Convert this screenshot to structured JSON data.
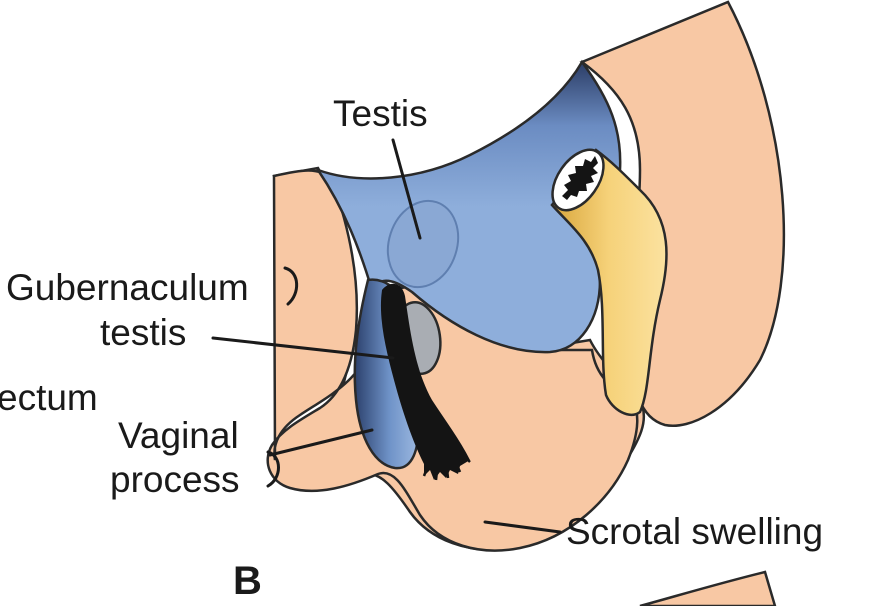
{
  "labels": {
    "testis": "Testis",
    "gubernaculum_line1": "Gubernaculum",
    "gubernaculum_line2": "testis",
    "rectum_partial": "ectum",
    "vaginal_line1": "Vaginal",
    "vaginal_line2": "process",
    "scrotal": "Scrotal swelling",
    "panel": "B"
  },
  "colors": {
    "skin": "#f8c8a4",
    "cavity": "#8aabd6",
    "cavity_dark": "#2a3e68",
    "testis": "#8aa8d4",
    "grey_body": "#a9adb3",
    "duct": "#f3cd72",
    "gubernaculum": "#141414",
    "line": "#1a1a1a"
  }
}
